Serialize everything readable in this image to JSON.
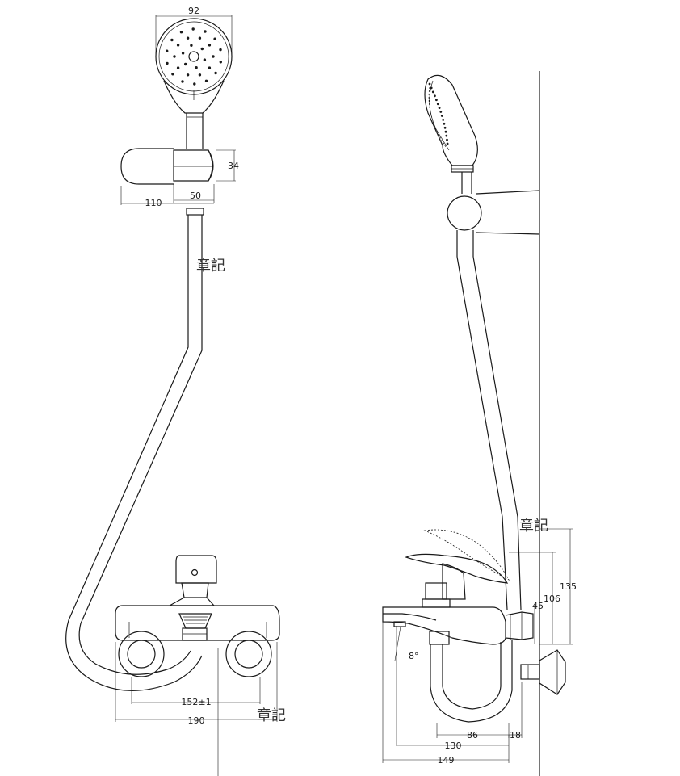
{
  "front_view": {
    "dims": {
      "head_width": "92",
      "holder_height": "34",
      "holder_offset": "50",
      "holder_depth": "110",
      "inlet_spacing": "152±1",
      "body_width": "190"
    },
    "marks": [
      "章記",
      "章記"
    ]
  },
  "side_view": {
    "dims": {
      "handle_height": "135",
      "handle_rise": "106",
      "body_height": "45",
      "spout_angle": "8°",
      "pipe_offset": "86",
      "wall_gap": "18",
      "spout_reach": "130",
      "total_depth": "149"
    },
    "mark": "章記"
  }
}
